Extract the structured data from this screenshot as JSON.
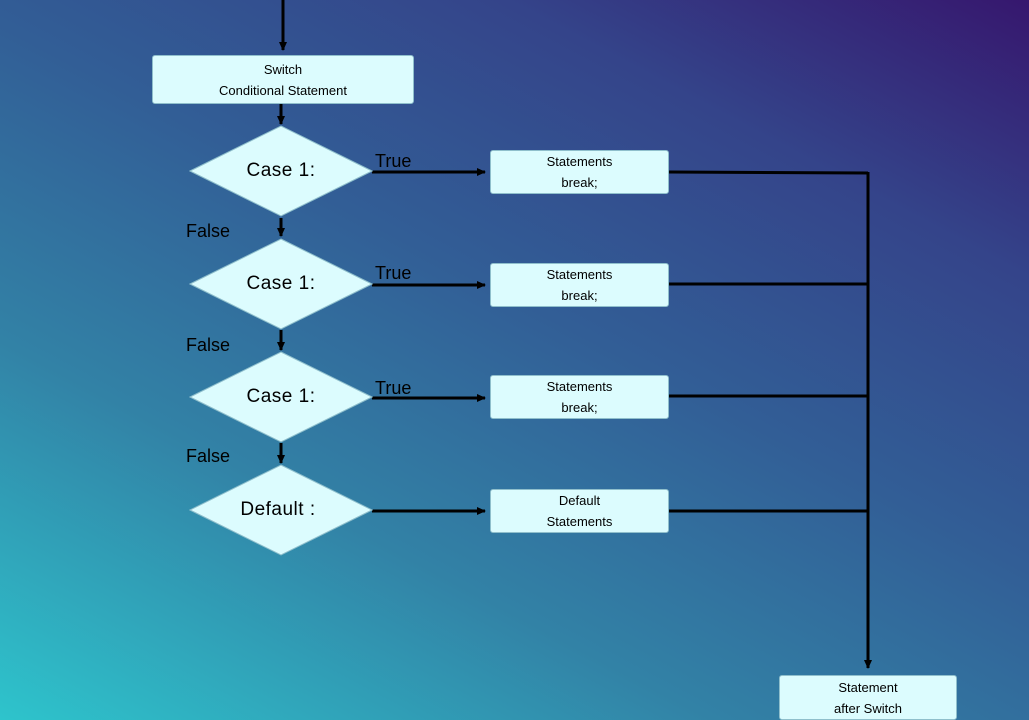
{
  "switch_box": {
    "line1": "Switch",
    "line2": "Conditional Statement"
  },
  "cases": [
    {
      "label": "Case 1:",
      "true_label": "True",
      "false_label": "False",
      "stmt_line1": "Statements",
      "stmt_line2": "break;"
    },
    {
      "label": "Case 1:",
      "true_label": "True",
      "false_label": "False",
      "stmt_line1": "Statements",
      "stmt_line2": "break;"
    },
    {
      "label": "Case 1:",
      "true_label": "True",
      "false_label": "False",
      "stmt_line1": "Statements",
      "stmt_line2": "break;"
    }
  ],
  "default": {
    "label": "Default :",
    "stmt_line1": "Default",
    "stmt_line2": "Statements"
  },
  "after_box": {
    "line1": "Statement",
    "line2": "after Switch"
  },
  "colors": {
    "box_fill": "#dcfcfe",
    "line": "#000000"
  }
}
